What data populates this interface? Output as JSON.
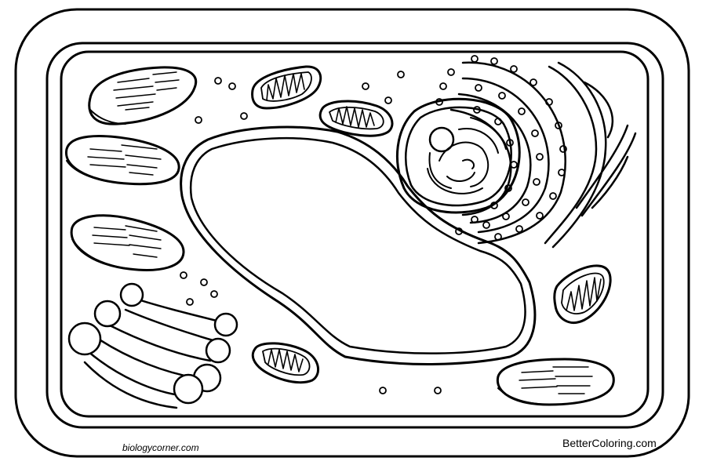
{
  "credits": {
    "left": "biologycorner.com",
    "right": "BetterColoring.com"
  },
  "colors": {
    "line": "#000000",
    "fill": "#ffffff"
  },
  "figure": {
    "subject": "plant cell coloring page",
    "organelles": [
      "cell-wall",
      "cell-membrane",
      "central-vacuole",
      "nucleus",
      "nucleolus",
      "rough-endoplasmic-reticulum",
      "smooth-endoplasmic-reticulum",
      "chloroplast",
      "mitochondrion",
      "golgi-apparatus",
      "ribosome"
    ]
  }
}
